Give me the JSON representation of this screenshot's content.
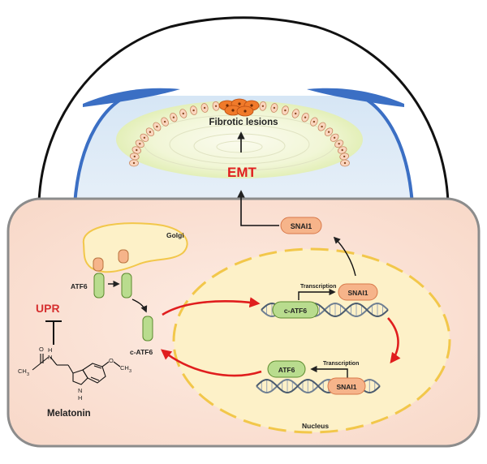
{
  "labels": {
    "fibrotic_lesions": "Fibrotic lesions",
    "emt": "EMT",
    "snai1_top": "SNAI1",
    "golgi": "Golgi",
    "atf6": "ATF6",
    "c_atf6_cyto": "c-ATF6",
    "upr": "UPR",
    "melatonin": "Melatonin",
    "transcription_1": "Transcription",
    "c_atf6_nuc": "c-ATF6",
    "snai1_nuc_1": "SNAI1",
    "atf6_nuc": "ATF6",
    "transcription_2": "Transcription",
    "snai1_nuc_2": "SNAI1",
    "nucleus": "Nucleus",
    "chem_methyl": "CH",
    "chem_methyl_sub": "3",
    "chem_nh": "N",
    "chem_nh_h": "H",
    "chem_o_amide": "O",
    "chem_methoxy": "O",
    "chem_methoxy_ch": "CH",
    "chem_methoxy_sub": "3",
    "chem_indole_n": "N",
    "chem_indole_h": "H"
  },
  "colors": {
    "cell_fill": "#fbe3d7",
    "cell_border": "#8c8c8c",
    "nucleus_fill": "#fdf1c8",
    "nucleus_border": "#f2c74a",
    "cornea_blue": "#3b6fc4",
    "lens_fill": "#eaf3c5",
    "protein_green": "#b9dc8e",
    "protein_orange": "#f6b48a",
    "arrow_red": "#e01e1e",
    "emt_red": "#e01e1e",
    "upr_red": "#d63030"
  }
}
